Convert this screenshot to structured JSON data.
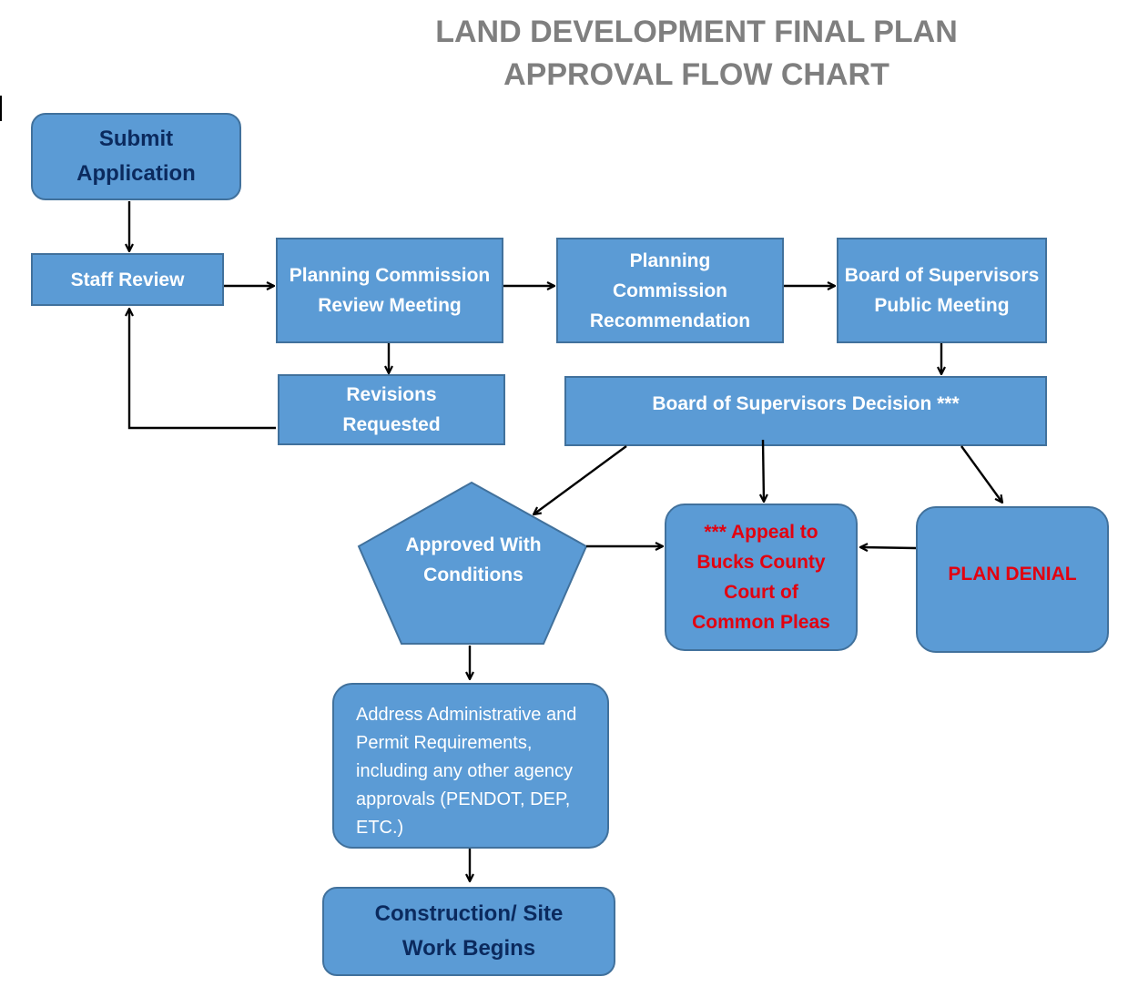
{
  "title": {
    "line1": "LAND DEVELOPMENT FINAL PLAN",
    "line2": "APPROVAL FLOW CHART"
  },
  "nodes": {
    "submit_application": "Submit Application",
    "staff_review": "Staff Review",
    "pc_review_meeting": "Planning Commission Review Meeting",
    "pc_recommendation": "Planning Commission Recommendation",
    "bos_public_meeting": "Board of Supervisors Public Meeting",
    "revisions_requested": "Revisions Requested",
    "bos_decision": "Board of Supervisors Decision ***",
    "approved_with_conditions": "Approved With Conditions",
    "appeal": "*** Appeal to Bucks County Court of Common Pleas",
    "plan_denial": "PLAN DENIAL",
    "address_requirements": "Address Administrative and Permit Requirements, including any other agency approvals (PENDOT, DEP, ETC.)",
    "construction_begins": "Construction/ Site Work Begins"
  },
  "colors": {
    "box_fill": "#5b9bd5",
    "box_border": "#41719c",
    "title_gray": "#7f7f7f",
    "dark_navy_text": "#0b2a5e",
    "appeal_red": "#e3000f",
    "arrow": "#000000"
  }
}
